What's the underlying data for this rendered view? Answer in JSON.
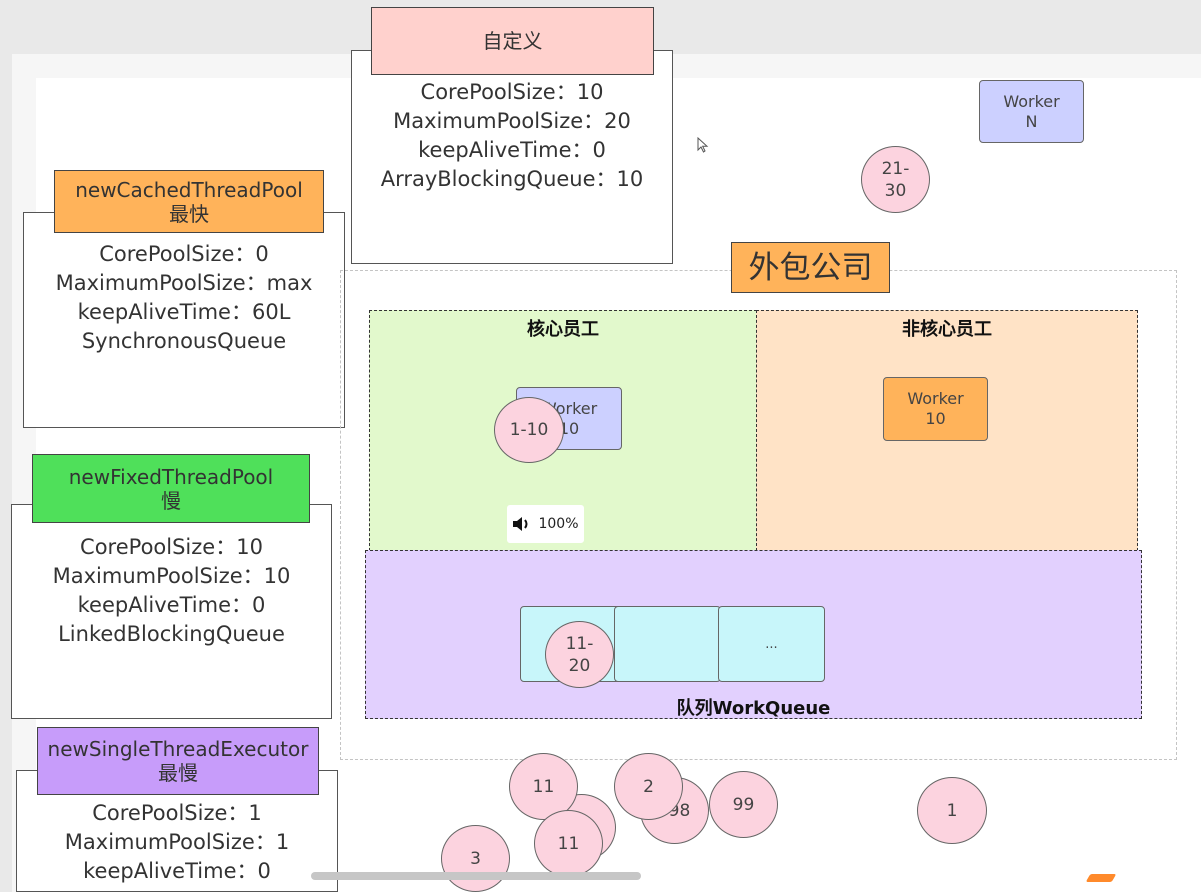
{
  "custom_pool": {
    "title": "自定义",
    "lines": [
      "CorePoolSize：10",
      "MaximumPoolSize：20",
      "keepAliveTime：0",
      "ArrayBlockingQueue：10"
    ]
  },
  "cached_pool": {
    "title": "newCachedThreadPool",
    "subtitle": "最快",
    "lines": [
      "CorePoolSize：0",
      "MaximumPoolSize：max",
      "keepAliveTime：60L",
      "SynchronousQueue"
    ]
  },
  "fixed_pool": {
    "title": "newFixedThreadPool",
    "subtitle": "慢",
    "lines": [
      "CorePoolSize：10",
      "MaximumPoolSize：10",
      "keepAliveTime：0",
      "LinkedBlockingQueue"
    ]
  },
  "single_pool": {
    "title": "newSingleThreadExecutor",
    "subtitle": "最慢",
    "lines": [
      "CorePoolSize：1",
      "MaximumPoolSize：1",
      "keepAliveTime：0"
    ]
  },
  "company": {
    "title": "外包公司",
    "core_title": "核心员工",
    "noncore_title": "非核心员工",
    "queue_title": "队列WorkQueue"
  },
  "workers": {
    "outside": {
      "label": "Worker",
      "id": "N"
    },
    "core": {
      "label": "Worker",
      "id": "10"
    },
    "noncore": {
      "label": "Worker",
      "id": "10"
    }
  },
  "queue_cells": [
    "",
    "",
    "..."
  ],
  "tasks": {
    "core_tasks": "1-10",
    "queue_tasks": [
      "11-",
      "20"
    ],
    "overflow_tasks": [
      "21-",
      "30"
    ],
    "bottom": [
      "11",
      "2",
      "98",
      "99",
      "1",
      "3",
      "11"
    ]
  },
  "volume": {
    "level": "100%"
  },
  "colors": {
    "custom_header": "#ffd1cd",
    "cached_header": "#ffb35a",
    "fixed_header": "#4fe05a",
    "single_header": "#c79cfa",
    "company_title": "#ffb35a",
    "core_region": "#e2f9cc",
    "noncore_region": "#ffe3c6",
    "queue_region": "#e2d0fe",
    "task_circle": "#fcd3df",
    "worker_box": "#ccd0ff"
  }
}
